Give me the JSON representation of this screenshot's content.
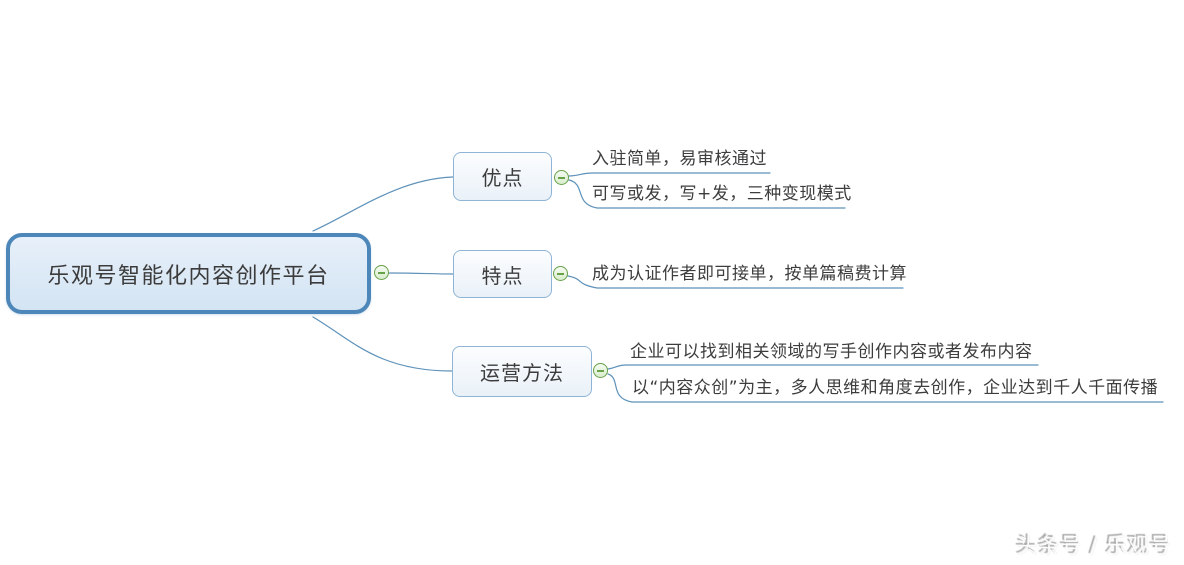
{
  "mindmap": {
    "root": {
      "label": "乐观号智能化内容创作平台"
    },
    "branches": [
      {
        "label": "优点",
        "children": [
          "入驻简单，易审核通过",
          "可写或发，写+发，三种变现模式"
        ]
      },
      {
        "label": "特点",
        "children": [
          "成为认证作者即可接单，按单篇稿费计算"
        ]
      },
      {
        "label": "运营方法",
        "children": [
          "企业可以找到相关领域的写手创作内容或者发布内容",
          "以“内容众创”为主，多人思维和角度去创作，企业达到千人千面传播"
        ]
      }
    ],
    "collapse_icon": "minus-circle"
  },
  "watermark": {
    "text": "头条号 / 乐观号"
  },
  "colors": {
    "root_border": "#4d86b8",
    "root_fill_top": "#e7f0fa",
    "root_fill_bottom": "#d3e4f3",
    "branch_border": "#8fb4d6",
    "branch_fill": "#e9f1f8",
    "connector": "#5e92ba",
    "collapse_green": "#67a14a",
    "text": "#3c3c3c",
    "background": "#ffffff"
  }
}
